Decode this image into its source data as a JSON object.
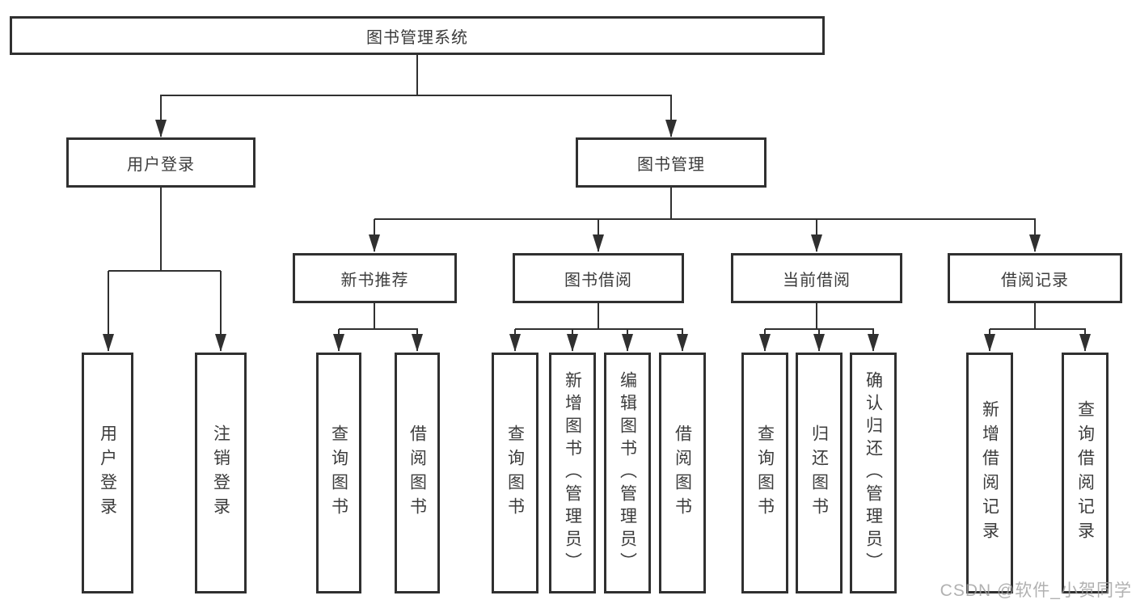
{
  "diagram": {
    "title_node": {
      "label": "图书管理系统"
    },
    "level2": [
      {
        "id": "user-login",
        "label": "用户登录"
      },
      {
        "id": "book-management",
        "label": "图书管理"
      }
    ],
    "level3": [
      {
        "id": "new-book-recommendation",
        "label": "新书推荐",
        "parent": "图书管理"
      },
      {
        "id": "book-borrowing",
        "label": "图书借阅",
        "parent": "图书管理"
      },
      {
        "id": "current-borrowing",
        "label": "当前借阅",
        "parent": "图书管理"
      },
      {
        "id": "borrowing-records",
        "label": "借阅记录",
        "parent": "图书管理"
      }
    ],
    "leaves": [
      {
        "id": "user-login-leaf",
        "label": "用户登录",
        "parent": "用户登录"
      },
      {
        "id": "logout-login",
        "label": "注销登录",
        "parent": "用户登录"
      },
      {
        "id": "query-books-recommend",
        "label": "查询图书",
        "parent": "新书推荐"
      },
      {
        "id": "borrow-books-recommend",
        "label": "借阅图书",
        "parent": "新书推荐"
      },
      {
        "id": "query-books-borrow",
        "label": "查询图书",
        "parent": "图书借阅"
      },
      {
        "id": "add-books-admin",
        "label": "新增图书（管理员）",
        "parent": "图书借阅"
      },
      {
        "id": "edit-books-admin",
        "label": "编辑图书（管理员）",
        "parent": "图书借阅"
      },
      {
        "id": "borrow-books",
        "label": "借阅图书",
        "parent": "图书借阅"
      },
      {
        "id": "query-books-current",
        "label": "查询图书",
        "parent": "当前借阅"
      },
      {
        "id": "return-books",
        "label": "归还图书",
        "parent": "当前借阅"
      },
      {
        "id": "confirm-return-admin",
        "label": "确认归还（管理员）",
        "parent": "当前借阅"
      },
      {
        "id": "add-borrow-record",
        "label": "新增借阅记录",
        "parent": "借阅记录"
      },
      {
        "id": "query-borrow-record",
        "label": "查询借阅记录",
        "parent": "借阅记录"
      }
    ],
    "watermark": {
      "text": "CSDN @软件_小贺同学"
    },
    "colors": {
      "line": "#303030",
      "border": "#303030",
      "text": "#3c3c3c",
      "watermark": "#9e9e9e",
      "background": "#ffffff"
    }
  }
}
